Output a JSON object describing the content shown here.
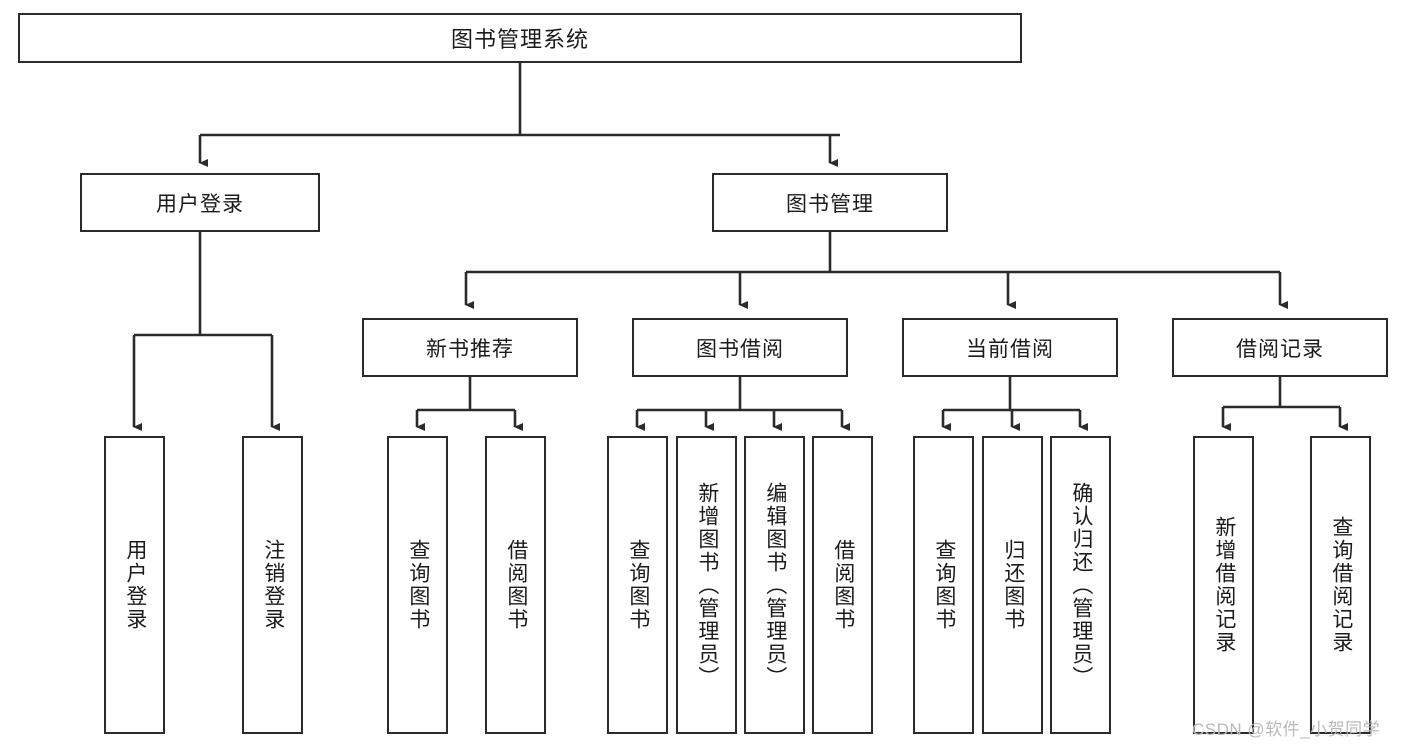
{
  "diagram": {
    "title": "图书管理系统",
    "type": "tree-hierarchy",
    "root": {
      "label": "图书管理系统"
    },
    "level1": [
      {
        "label": "用户登录"
      },
      {
        "label": "图书管理"
      }
    ],
    "level2": [
      {
        "label": "新书推荐"
      },
      {
        "label": "图书借阅"
      },
      {
        "label": "当前借阅"
      },
      {
        "label": "借阅记录"
      }
    ],
    "leaves": {
      "user_login": [
        {
          "label": "用户登录"
        },
        {
          "label": "注销登录"
        }
      ],
      "new_book_recommend": [
        {
          "label": "查询图书"
        },
        {
          "label": "借阅图书"
        }
      ],
      "book_borrow": [
        {
          "label": "查询图书"
        },
        {
          "label": "新增图书（管理员）"
        },
        {
          "label": "编辑图书（管理员）"
        },
        {
          "label": "借阅图书"
        }
      ],
      "current_borrow": [
        {
          "label": "查询图书"
        },
        {
          "label": "归还图书"
        },
        {
          "label": "确认归还（管理员）"
        }
      ],
      "borrow_record": [
        {
          "label": "新增借阅记录"
        },
        {
          "label": "查询借阅记录"
        }
      ]
    }
  },
  "watermark": {
    "text": "CSDN @软件_小贺同学"
  },
  "colors": {
    "stroke": "#2b2b2b",
    "background": "#ffffff",
    "text": "#1b1b1b",
    "watermark": "#b9b9b9"
  }
}
